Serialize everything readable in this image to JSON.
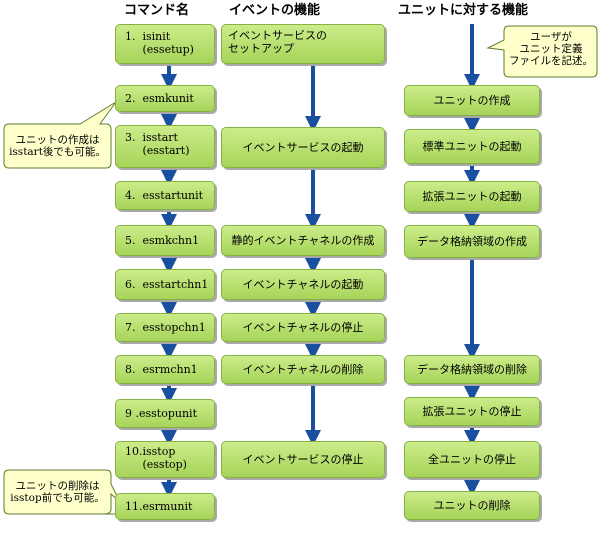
{
  "headers": {
    "commands": "コマンド名",
    "events": "イベントの機能",
    "units": "ユニットに対する機能"
  },
  "commands": [
    "1.  isinit\n     (essetup)",
    "2.  esmkunit",
    "3.  isstart\n     (esstart)",
    "4.  esstartunit",
    "5.  esmkchn1",
    "6.  esstartchn1",
    "7.  esstopchn1",
    "8.  esrmchn1",
    "9 .esstopunit",
    "10.isstop\n     (esstop)",
    "11.esrmunit"
  ],
  "events": [
    "イベントサービスの\nセットアップ",
    "イベントサービスの起動",
    "静的イベントチャネルの作成",
    "イベントチャネルの起動",
    "イベントチャネルの停止",
    "イベントチャネルの削除",
    "イベントサービスの停止"
  ],
  "units": [
    "ユニットの作成",
    "標準ユニットの起動",
    "拡張ユニットの起動",
    "データ格納領域の作成",
    "データ格納領域の削除",
    "拡張ユニットの停止",
    "全ユニットの停止",
    "ユニットの削除"
  ],
  "callouts": {
    "unit_definition": "ユーザが\nユニット定義\nファイルを記述。",
    "create_note": "ユニットの作成は\nisstart後でも可能。",
    "delete_note": "ユニットの削除は\nisstop前でも可能。"
  },
  "colors": {
    "box_fill": "#b8e070",
    "box_border": "#86b245",
    "arrow": "#1a4fa0",
    "callout_fill": "#ffffcc"
  }
}
